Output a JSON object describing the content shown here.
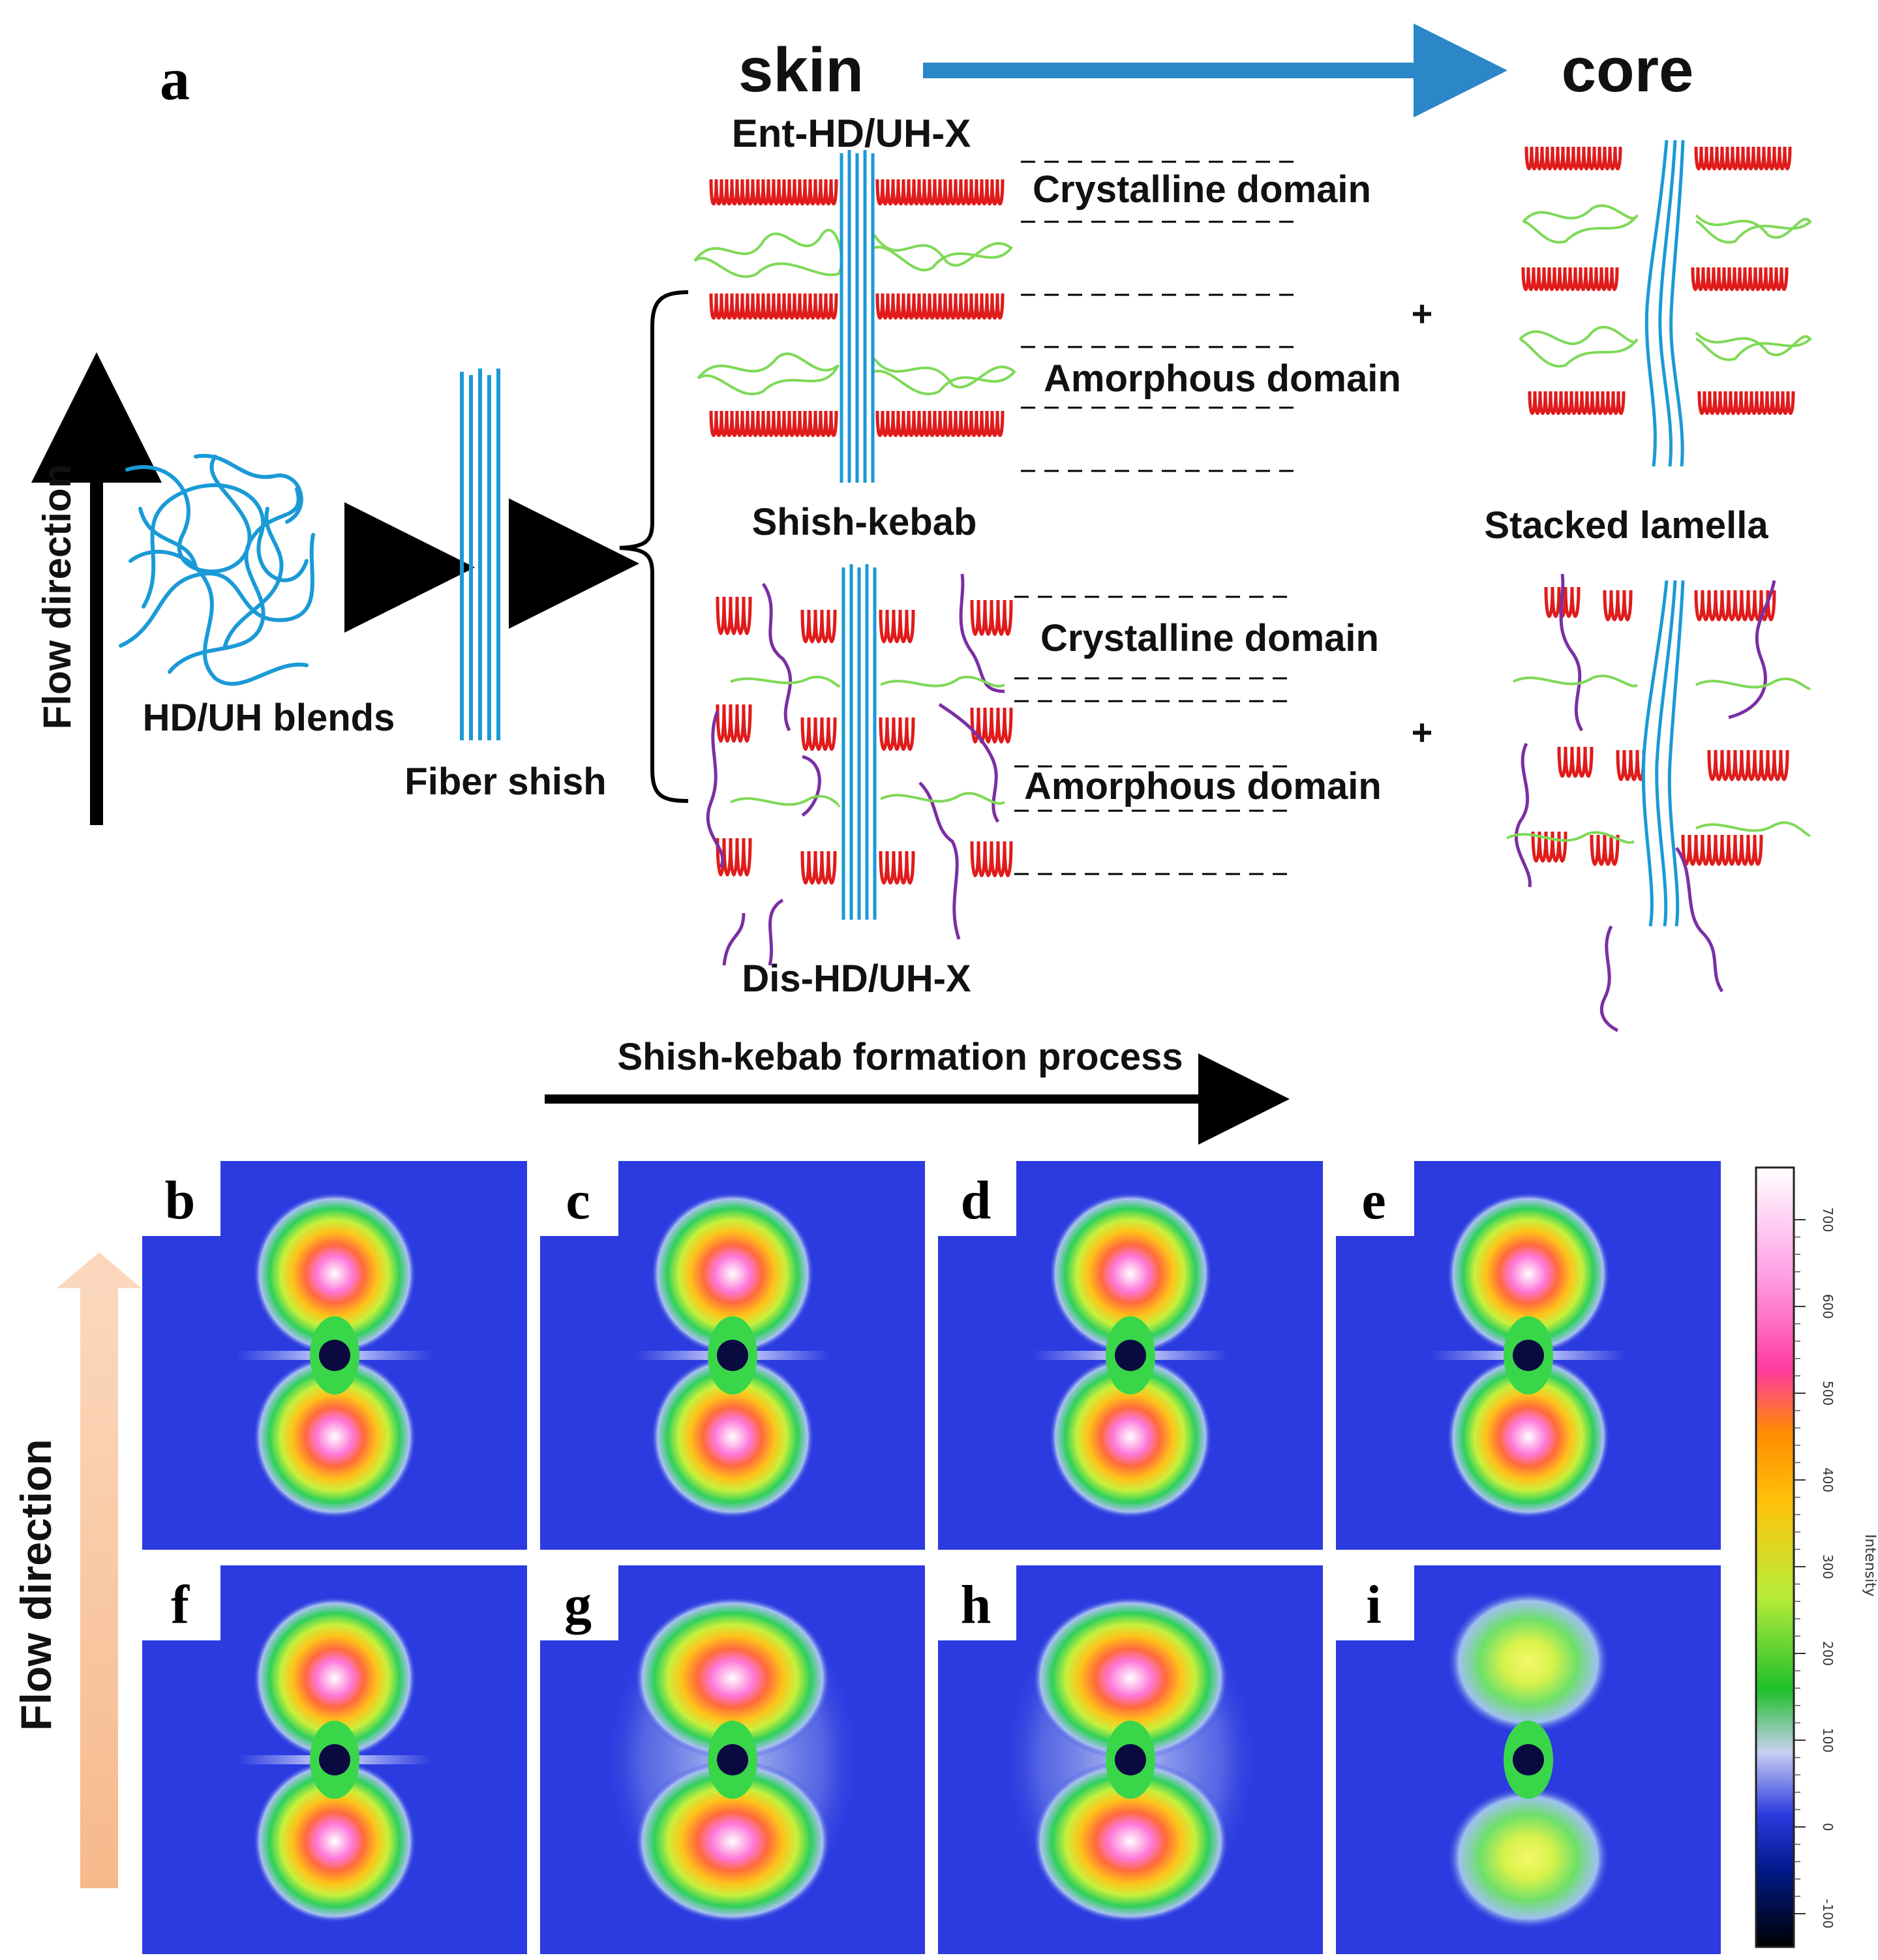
{
  "panel_a": {
    "letter": "a",
    "skin": "skin",
    "core": "core",
    "flow_direction": "Flow direction",
    "blend_label": "HD/UH blends",
    "fiber_shish": "Fiber shish",
    "ent_label": "Ent-HD/UH-X",
    "dis_label": "Dis-HD/UH-X",
    "shish_kebab": "Shish-kebab",
    "stacked_lamella": "Stacked lamella",
    "crystalline_domain": "Crystalline domain",
    "amorphous_domain": "Amorphous domain",
    "plus": "+",
    "process_label": "Shish-kebab formation process"
  },
  "patterns": {
    "flow_direction": "Flow direction",
    "letters": [
      "b",
      "c",
      "d",
      "e",
      "f",
      "g",
      "h",
      "i"
    ]
  },
  "colorbar": {
    "title": "Intensity",
    "ticks": [
      "700",
      "600",
      "500",
      "400",
      "300",
      "200",
      "100",
      "0",
      "-100"
    ]
  },
  "colors": {
    "chain_blue": "#1a9ad6",
    "lamella_red": "#e01b1b",
    "amorphous_green": "#7ed957",
    "tie_purple": "#7b2fa3",
    "arrow_blue": "#2a87c8",
    "flow_arrow_peach": "#f8c7a0",
    "detector_bg": "#2b3be0"
  }
}
